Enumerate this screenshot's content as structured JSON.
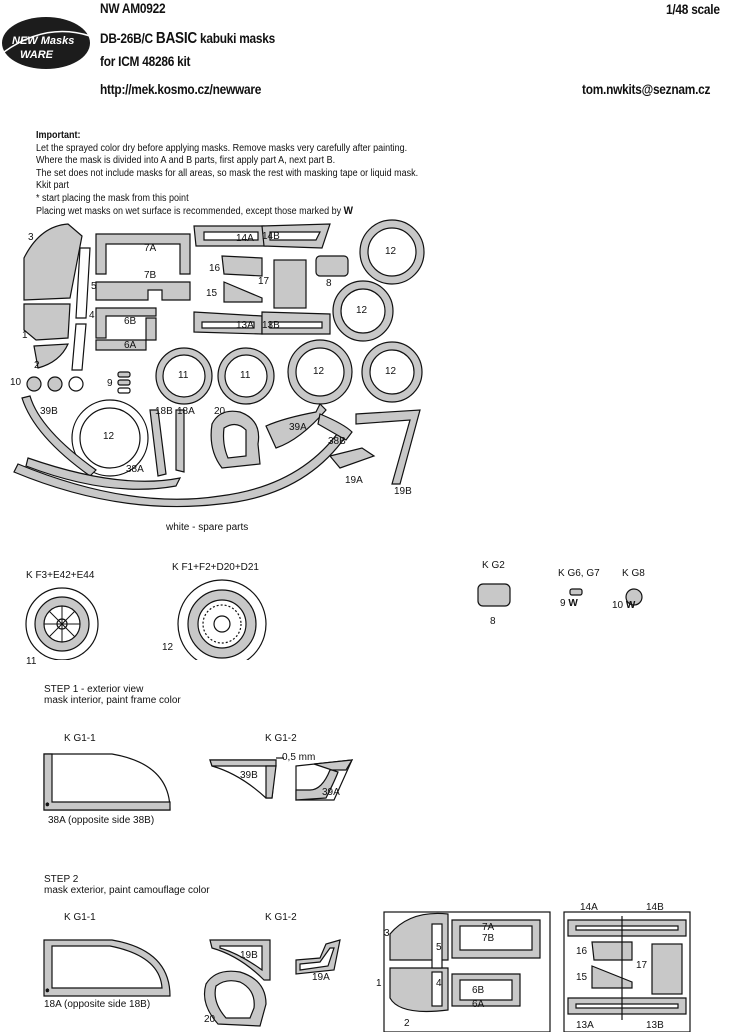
{
  "header": {
    "code": "NW AM0922",
    "scale": "1/48 scale",
    "title_prefix": "DB-26B/C",
    "title_basic": "BASIC",
    "title_suffix": "kabuki masks",
    "kit": "for ICM 48286 kit",
    "url": "http://mek.kosmo.cz/newware",
    "email": "tom.nwkits@seznam.cz",
    "logo_line1": "NEW Masks",
    "logo_line2": "WARE"
  },
  "important": {
    "heading": "Important:",
    "lines": [
      "Let the sprayed color dry before applying masks. Remove masks very carefully after painting.",
      "Where the mask is divided into A and B parts, first apply part A, next part B.",
      "The set does not include masks for all areas, so mask the rest with masking tape or liquid mask.",
      "Kkit part",
      "* start placing the mask from this point",
      "Placing wet masks on wet surface is recommended, except those marked by"
    ]
  },
  "sheet": {
    "labels": {
      "p1": "1",
      "p2": "2",
      "p3": "3",
      "p4": "4",
      "p5": "5",
      "p6a": "6A",
      "p6b": "6B",
      "p7a": "7A",
      "p7b": "7B",
      "p8": "8",
      "p9": "9",
      "p10": "10",
      "p11a": "11",
      "p11b": "11",
      "p12a": "12",
      "p12b": "12",
      "p12c": "12",
      "p12d": "12",
      "p12e": "12",
      "p13a": "13A",
      "p13b": "13B",
      "p14a": "14A",
      "p14b": "14B",
      "p15": "15",
      "p16": "16",
      "p17": "17",
      "p18a": "18A",
      "p18b": "18B",
      "p19a": "19A",
      "p19b": "19B",
      "p20": "20",
      "p38a": "38A",
      "p38b": "38B",
      "p39a": "39A",
      "p39b": "39B"
    },
    "spare_note": "white - spare parts"
  },
  "wheels": {
    "kf3": "K F3+E42+E44",
    "kf1": "K F1+F2+D20+D21",
    "kg2": "K G2",
    "kg67": "K G6, G7",
    "kg8": "K G8",
    "n11": "11",
    "n12": "12",
    "n8": "8",
    "n9": "9",
    "n10": "10"
  },
  "step1": {
    "title": "STEP 1 - exterior view",
    "desc": "mask interior, paint frame color",
    "kg11": "K G1-1",
    "kg12": "K G1-2",
    "dim": "0,5 mm",
    "p39b": "39B",
    "p39a": "39A",
    "caption": "38A (opposite side 38B)"
  },
  "step2": {
    "title": "STEP 2",
    "desc": "mask exterior, paint camouflage color",
    "kg11": "K G1-1",
    "kg12": "K G1-2",
    "p19b": "19B",
    "p19a": "19A",
    "p20": "20",
    "caption": "18A (opposite side 18B)",
    "box1": {
      "n1": "1",
      "n2": "2",
      "n3": "3",
      "n4": "4",
      "n5": "5",
      "n6a": "6A",
      "n6b": "6B",
      "n7a": "7A",
      "n7b": "7B"
    },
    "box2": {
      "n13a": "13A",
      "n13b": "13B",
      "n14a": "14A",
      "n14b": "14B",
      "n15": "15",
      "n16": "16",
      "n17": "17"
    }
  },
  "colors": {
    "mask": "#c8c8c8",
    "line": "#111111",
    "logo": "#1c1c1c"
  }
}
